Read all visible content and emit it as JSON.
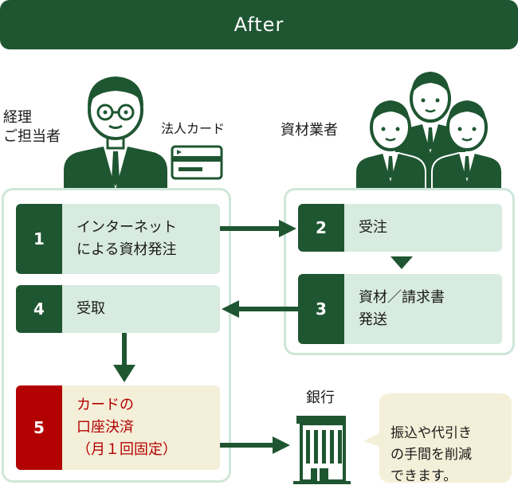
{
  "header": {
    "title": "After"
  },
  "labels": {
    "accountant": "経理\nご担当者",
    "corporate_card": "法人カード",
    "supplier": "資材業者",
    "bank": "銀行"
  },
  "steps": [
    {
      "num": "1",
      "text": "インターネット\nによる資材発注"
    },
    {
      "num": "2",
      "text": "受注"
    },
    {
      "num": "3",
      "text": "資材／請求書\n発送"
    },
    {
      "num": "4",
      "text": "受取"
    },
    {
      "num": "5",
      "text": "カードの\n口座決済\n（月１回固定）"
    }
  ],
  "bubble": {
    "text": "振込や代引き\nの手間を削減\nできます。"
  },
  "colors": {
    "dark_green": "#1e5631",
    "light_green": "#d8ebe0",
    "panel_border": "#cfe6d8",
    "red": "#b30000",
    "cream": "#f4efd8"
  },
  "icons": [
    "person-with-glasses-icon",
    "credit-card-icon",
    "people-group-icon",
    "bank-building-icon"
  ]
}
